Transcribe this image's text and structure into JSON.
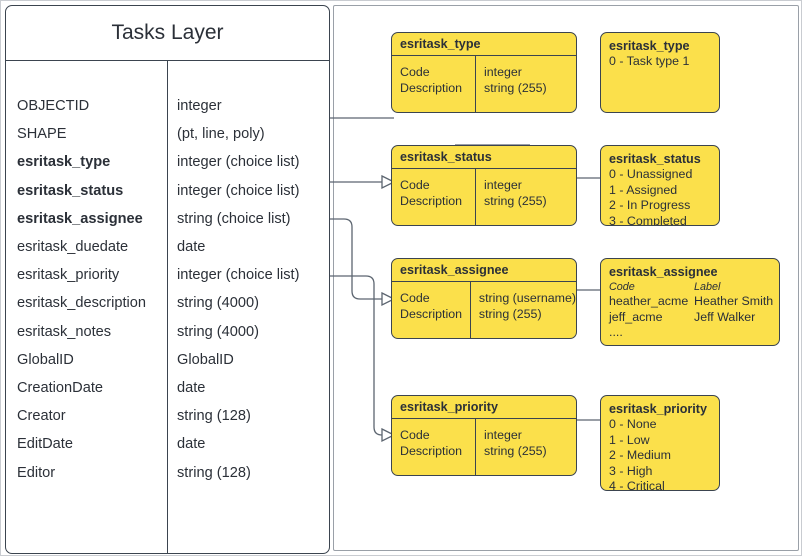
{
  "entity": {
    "title": "Tasks Layer",
    "fields": [
      {
        "name": "OBJECTID",
        "type": "integer",
        "bold": false
      },
      {
        "name": "SHAPE",
        "type": "(pt, line, poly)",
        "bold": false
      },
      {
        "name": "esritask_type",
        "type": "integer (choice list)",
        "bold": true
      },
      {
        "name": "esritask_status",
        "type": "integer (choice list)",
        "bold": true
      },
      {
        "name": "esritask_assignee",
        "type": "string (choice list)",
        "bold": true
      },
      {
        "name": "esritask_duedate",
        "type": "date",
        "bold": false
      },
      {
        "name": "esritask_priority",
        "type": "integer (choice list)",
        "bold": false
      },
      {
        "name": "esritask_description",
        "type": "string (4000)",
        "bold": false
      },
      {
        "name": "esritask_notes",
        "type": "string (4000)",
        "bold": false
      },
      {
        "name": "GlobalID",
        "type": "GlobalID",
        "bold": false
      },
      {
        "name": "CreationDate",
        "type": "date",
        "bold": false
      },
      {
        "name": "Creator",
        "type": "string (128)",
        "bold": false
      },
      {
        "name": "EditDate",
        "type": "date",
        "bold": false
      },
      {
        "name": "Editor",
        "type": "string (128)",
        "bold": false
      }
    ]
  },
  "domains": [
    {
      "id": "type",
      "title": "esritask_type",
      "left_lines": [
        "Code",
        "Description"
      ],
      "right_lines": [
        "integer",
        "string (255)"
      ]
    },
    {
      "id": "status",
      "title": "esritask_status",
      "left_lines": [
        "Code",
        "Description"
      ],
      "right_lines": [
        "integer",
        "string (255)"
      ]
    },
    {
      "id": "assignee",
      "title": "esritask_assignee",
      "left_lines": [
        "Code",
        "Description"
      ],
      "right_lines": [
        "string  (username)",
        "string (255)"
      ]
    },
    {
      "id": "priority",
      "title": "esritask_priority",
      "left_lines": [
        "Code",
        "Description"
      ],
      "right_lines": [
        "integer",
        "string (255)"
      ]
    }
  ],
  "values": [
    {
      "id": "type-values",
      "title": "esritask_type",
      "lines": [
        "0 - Task type 1"
      ]
    },
    {
      "id": "status-values",
      "title": "esritask_status",
      "lines": [
        "0 - Unassigned",
        "1 - Assigned",
        "2 - In Progress",
        "3 - Completed"
      ]
    },
    {
      "id": "assignee-values",
      "title": "esritask_assignee",
      "headers": [
        "Code",
        "Label"
      ],
      "rows": [
        [
          "heather_acme",
          "Heather Smith"
        ],
        [
          "jeff_acme",
          "Jeff Walker"
        ],
        [
          "....",
          ""
        ]
      ]
    },
    {
      "id": "priority-values",
      "title": "esritask_priority",
      "lines": [
        "0 - None",
        "1 - Low",
        "2 - Medium",
        "3 - High",
        "4 - Critical"
      ]
    }
  ],
  "colors": {
    "domain_fill": "#fbe04b",
    "stroke": "#3b444f",
    "connector": "#5c6570",
    "page_border": "#c9ccd1",
    "container_border": "#9aa0a8",
    "text": "#2b3038"
  }
}
